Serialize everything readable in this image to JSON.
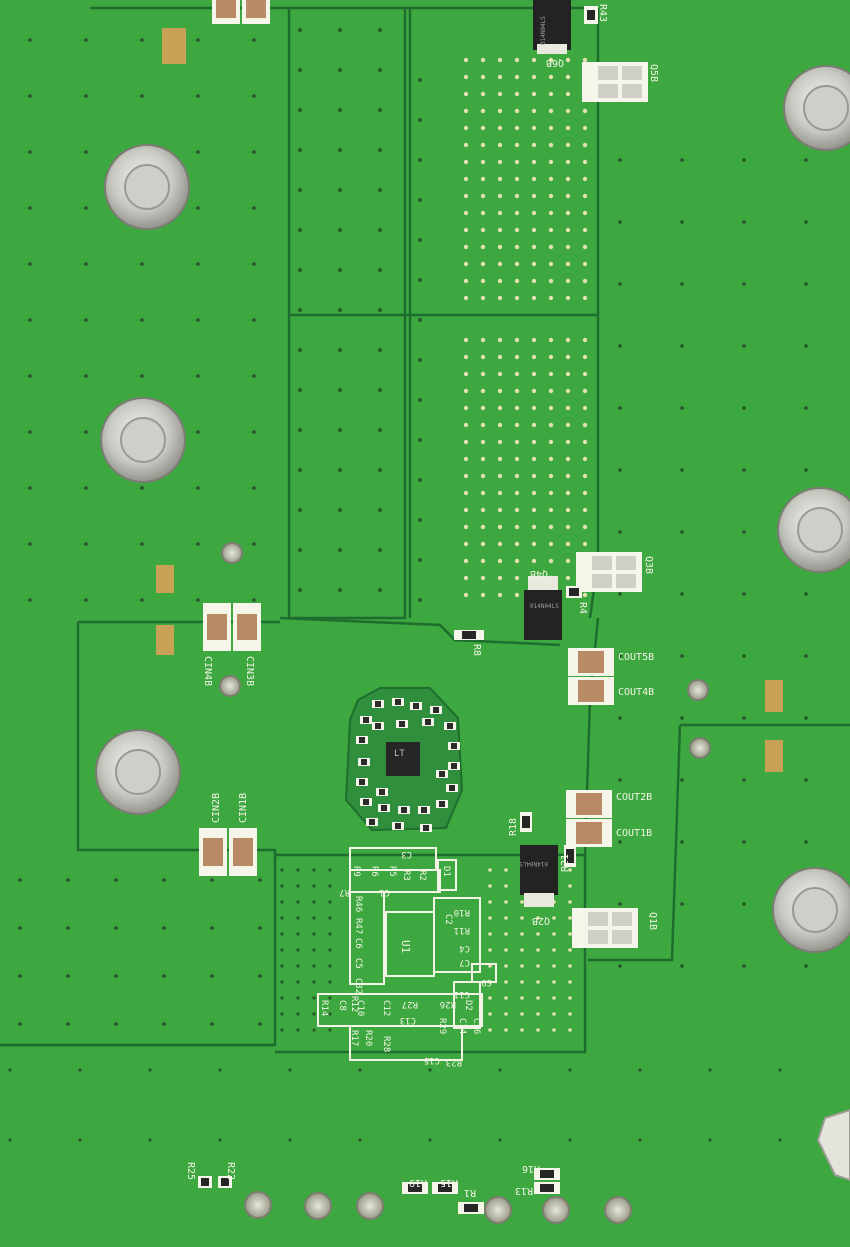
{
  "board": {
    "colors": {
      "mask": "#3ca83f",
      "trace": "#1f6d2e",
      "silk": "#f4f4e6",
      "pad": "#c8b48a",
      "metal": "#d6d6d2"
    },
    "mosfets": [
      {
        "ref": "Q6B",
        "marking": "014N04LS"
      },
      {
        "ref": "Q4B",
        "marking": "014N04LS"
      },
      {
        "ref": "Q2B",
        "marking": "014N04LS"
      }
    ],
    "mosfet_pads": [
      {
        "ref": "Q5B"
      },
      {
        "ref": "Q3B"
      },
      {
        "ref": "Q1B"
      }
    ],
    "capacitors": [
      "CIN4B",
      "CIN3B",
      "CIN2B",
      "CIN1B",
      "COUT5B",
      "COUT4B",
      "COUT2B",
      "COUT1B"
    ],
    "resistors": [
      "R43",
      "R4",
      "R8",
      "R18",
      "R21"
    ],
    "controller_ic": {
      "ref": "U1",
      "marking": "LT"
    },
    "silk_grid": [
      "C3",
      "R9",
      "R6",
      "R5",
      "R3",
      "R2",
      "D1",
      "R7",
      "C1",
      "R46",
      "R47",
      "C6",
      "C5",
      "C32",
      "R12",
      "R10",
      "R11",
      "C2",
      "C4",
      "C7",
      "C9",
      "C11",
      "D2",
      "R14",
      "C8",
      "C10",
      "C12",
      "R27",
      "R26",
      "R17",
      "R20",
      "C13",
      "R29",
      "C14",
      "C16",
      "R28",
      "C15",
      "R23"
    ],
    "bottom_refs": [
      "R25",
      "R22",
      "R19",
      "R15",
      "R1",
      "R16",
      "R13"
    ]
  }
}
